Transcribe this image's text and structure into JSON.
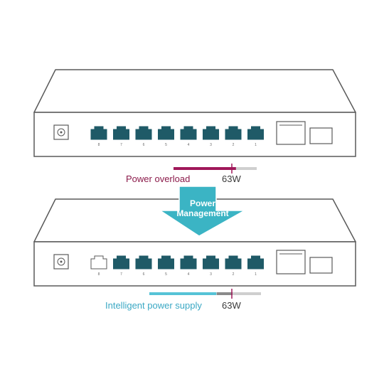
{
  "top_switch": {
    "label": "Power overload",
    "value_label": "63W",
    "port_numbers": [
      "8",
      "7",
      "6",
      "5",
      "4",
      "3",
      "2",
      "1"
    ],
    "bar_fill_fraction": 0.75,
    "label_color": "#8b1a4a",
    "bar_fill_color": "#a0185a"
  },
  "arrow": {
    "line1": "Power",
    "line2": "Management",
    "color": "#3bb4c4"
  },
  "bottom_switch": {
    "label": "Intelligent power supply",
    "value_label": "63W",
    "port_numbers": [
      "8",
      "7",
      "6",
      "5",
      "4",
      "3",
      "2",
      "1"
    ],
    "disabled_port": "8",
    "bar_fill_fraction": 0.6,
    "label_color": "#3aa8c4",
    "bar_fill_color": "#56c3d6"
  },
  "colors": {
    "port": "#1f5a67",
    "outline": "#5a5a5a",
    "bar_track": "#cfcfcf"
  }
}
